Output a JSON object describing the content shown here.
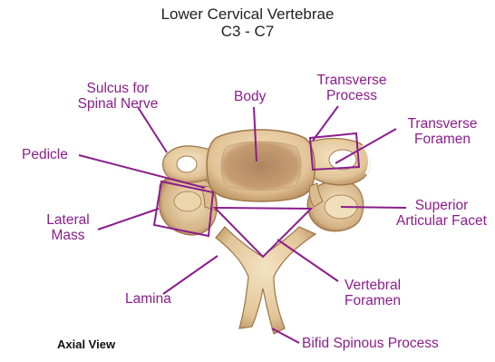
{
  "title": {
    "line1": "Lower Cervical Vertebrae",
    "line2": "C3 - C7"
  },
  "labels": {
    "sulcus_line1": "Sulcus for",
    "sulcus_line2": "Spinal Nerve",
    "body": "Body",
    "transverse_process_line1": "Transverse",
    "transverse_process_line2": "Process",
    "transverse_foramen_line1": "Transverse",
    "transverse_foramen_line2": "Foramen",
    "pedicle": "Pedicle",
    "lateral_mass_line1": "Lateral",
    "lateral_mass_line2": "Mass",
    "superior_facet_line1": "Superior",
    "superior_facet_line2": "Articular Facet",
    "lamina": "Lamina",
    "vertebral_foramen_line1": "Vertebral",
    "vertebral_foramen_line2": "Foramen",
    "bifid_spinous": "Bifid Spinous Process"
  },
  "view_label": "Axial View",
  "colors": {
    "label": "#8b1d8c",
    "bone": "#e6cfa4",
    "bone_shadow": "#b98f5f",
    "body_center": "#a97d55"
  }
}
